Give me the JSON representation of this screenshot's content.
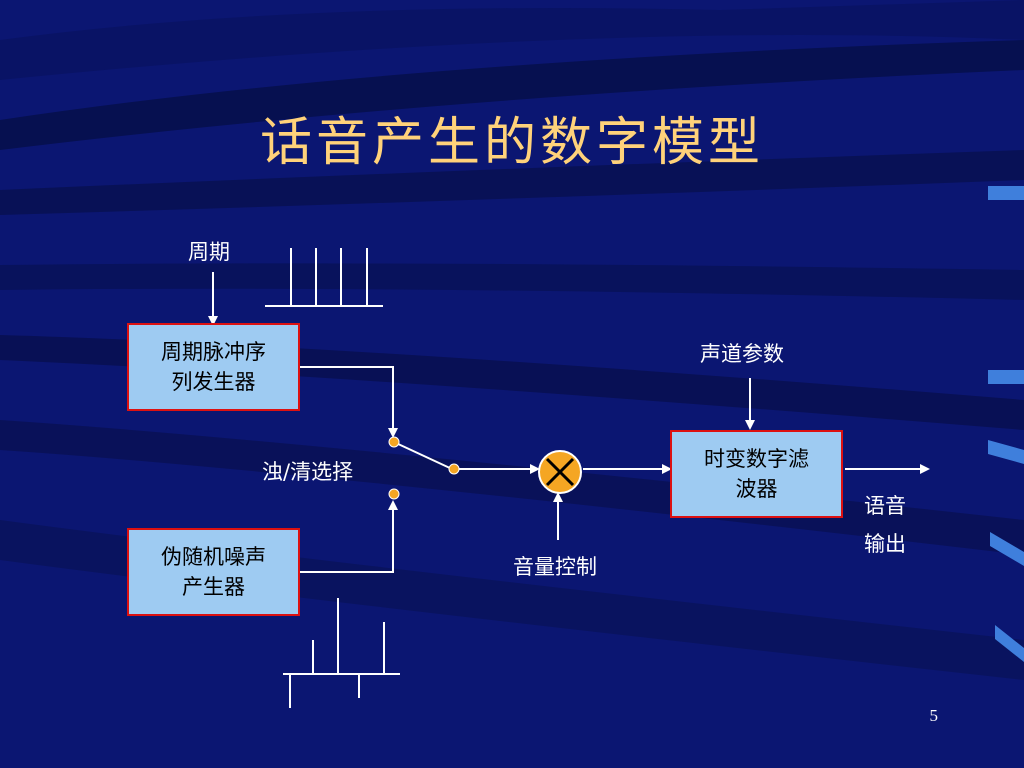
{
  "title": "话音产生的数字模型",
  "page_number": "5",
  "labels": {
    "period": "周期",
    "voiced_unvoiced_switch": "浊/清选择",
    "vocal_tract_params": "声道参数",
    "volume_control": "音量控制",
    "speech_output_line1": "语音",
    "speech_output_line2": "输出"
  },
  "boxes": {
    "pulse_generator": {
      "line1": "周期脉冲序",
      "line2": "列发生器"
    },
    "noise_generator": {
      "line1": "伪随机噪声",
      "line2": "产生器"
    },
    "filter": {
      "line1": "时变数字滤",
      "line2": "波器"
    }
  },
  "colors": {
    "background": "#0a1570",
    "title": "#ffd27a",
    "box_fill": "#9ecbf2",
    "box_border": "#dd1111",
    "multiplier_fill": "#f5a623",
    "switch_dot": "#f5a623"
  }
}
